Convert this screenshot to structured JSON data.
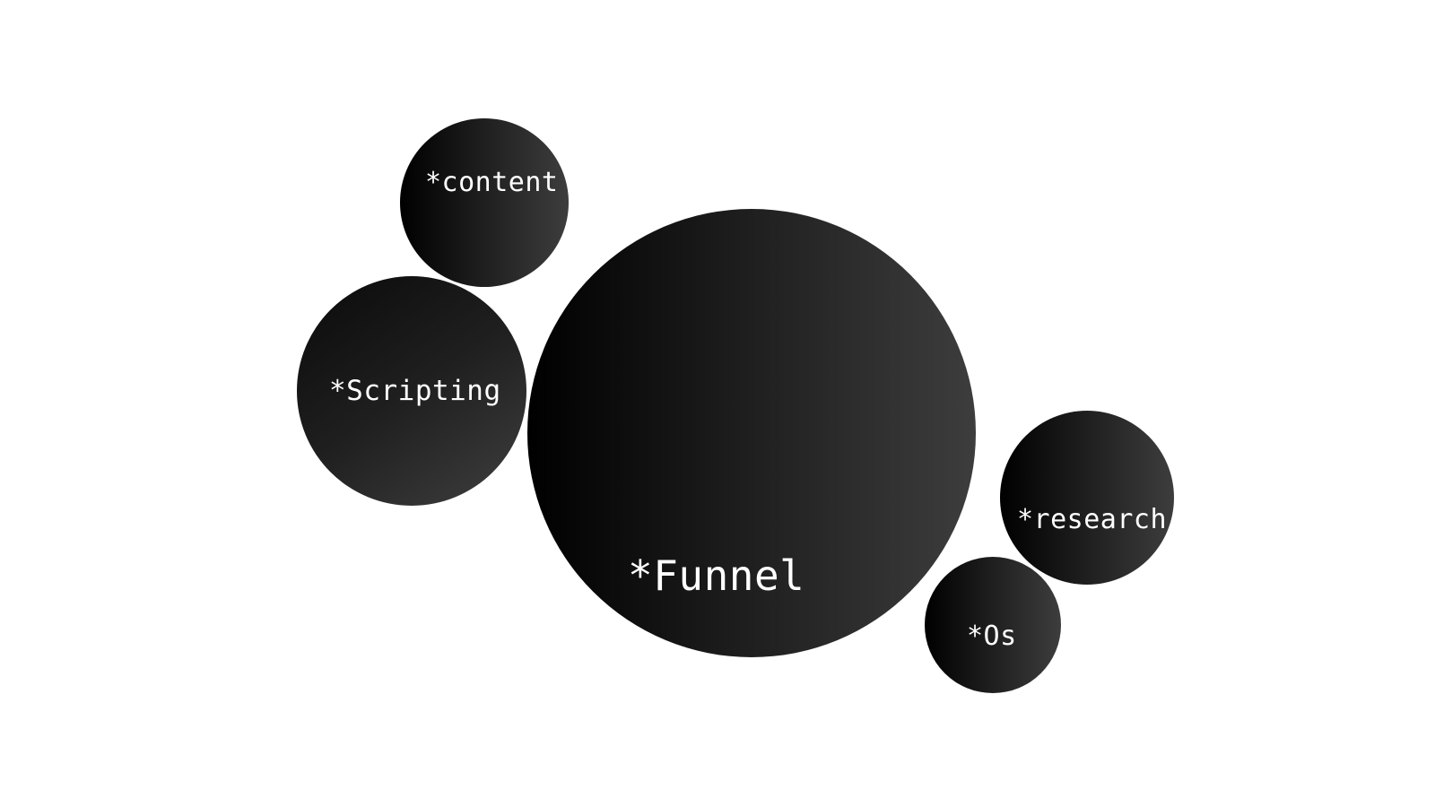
{
  "diagram": {
    "type": "bubble-cluster",
    "bubbles": [
      {
        "id": "funnel",
        "label": "*Funnel",
        "size_rank": 1
      },
      {
        "id": "scripting",
        "label": "*Scripting",
        "size_rank": 2
      },
      {
        "id": "research",
        "label": "*research",
        "size_rank": 3
      },
      {
        "id": "content",
        "label": "*content",
        "size_rank": 4
      },
      {
        "id": "os",
        "label": "*Os",
        "size_rank": 5
      }
    ]
  },
  "colors": {
    "background": "#ffffff",
    "bubble_dark": "#000000",
    "bubble_light": "#3d3d3d",
    "label": "#ffffff"
  }
}
